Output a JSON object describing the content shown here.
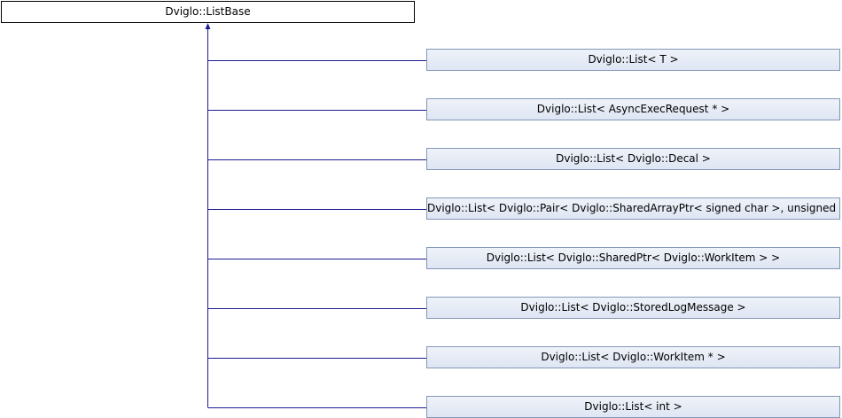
{
  "base_class": "Dviglo::ListBase",
  "derived_classes": [
    "Dviglo::List< T >",
    "Dviglo::List< AsyncExecRequest * >",
    "Dviglo::List< Dviglo::Decal >",
    "Dviglo::List< Dviglo::Pair< Dviglo::SharedArrayPtr< signed char >, unsigned > >",
    "Dviglo::List< Dviglo::SharedPtr< Dviglo::WorkItem > >",
    "Dviglo::List< Dviglo::StoredLogMessage >",
    "Dviglo::List< Dviglo::WorkItem * >",
    "Dviglo::List< int >"
  ],
  "colors": {
    "edge": "#1c1c8f",
    "child_border": "#8496b8",
    "child_fill": "#e6ecf6"
  }
}
